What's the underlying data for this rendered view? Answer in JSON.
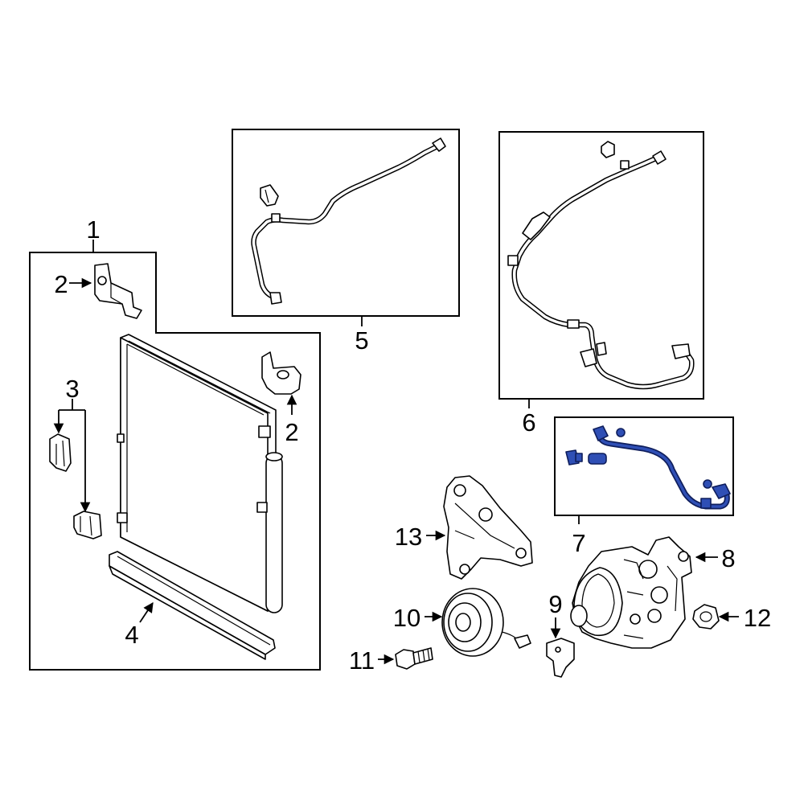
{
  "callouts": {
    "c1": "1",
    "c2a": "2",
    "c2b": "2",
    "c3": "3",
    "c4": "4",
    "c5": "5",
    "c6": "6",
    "c7": "7",
    "c8": "8",
    "c9": "9",
    "c10": "10",
    "c11": "11",
    "c12": "12",
    "c13": "13"
  },
  "colors": {
    "line": "#000000",
    "background": "#ffffff",
    "highlight_part": "#2f4fb5",
    "highlight_outline": "#0f1e5c"
  }
}
